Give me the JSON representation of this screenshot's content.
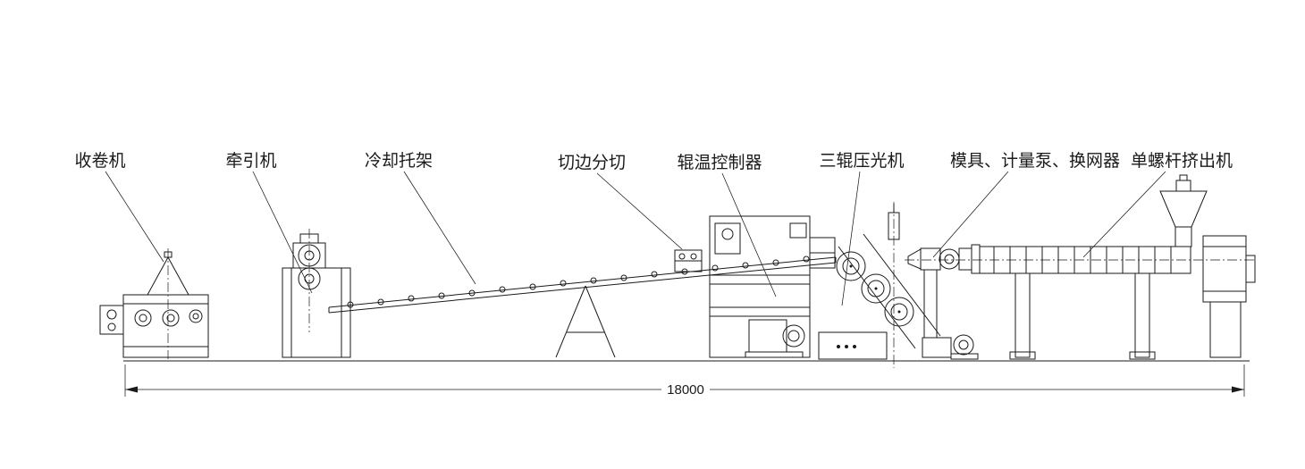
{
  "diagram": {
    "type": "engineering-line-drawing",
    "subject": "plastic sheet extrusion production line side view",
    "labels": [
      {
        "id": "winder",
        "text": "收卷机"
      },
      {
        "id": "haul-off",
        "text": "牵引机"
      },
      {
        "id": "cooling-rack",
        "text": "冷却托架"
      },
      {
        "id": "edge-trim-slitter",
        "text": "切边分切"
      },
      {
        "id": "roller-temp-controller",
        "text": "辊温控制器"
      },
      {
        "id": "three-roll-calender",
        "text": "三辊压光机"
      },
      {
        "id": "die-metering-pump-screen-changer",
        "text": "模具、计量泵、换网器"
      },
      {
        "id": "single-screw-extruder",
        "text": "单螺杆挤出机"
      }
    ],
    "dimension": {
      "total_length": "18000"
    },
    "colors": {
      "line": "#1a1a1a",
      "background": "#ffffff"
    }
  }
}
